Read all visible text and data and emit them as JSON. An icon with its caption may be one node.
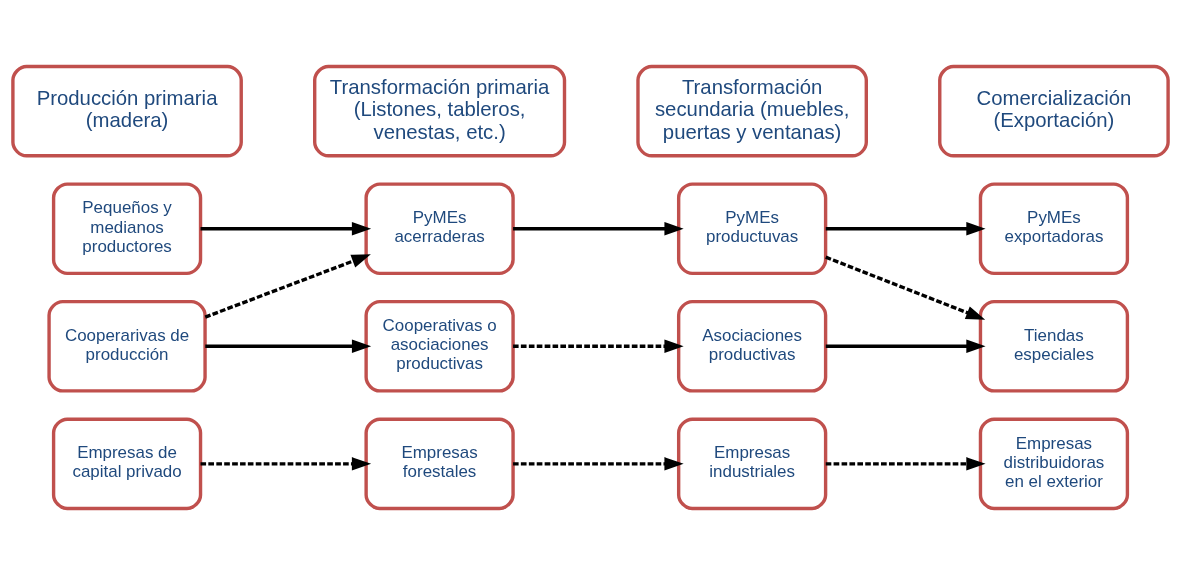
{
  "diagram": {
    "nodes": [
      {
        "text": [
          "Producción primaria (madera)"
        ]
      },
      {
        "text": [
          "Transformación primaria (Listones, tableros, venestas, etc.)"
        ]
      },
      {
        "text": [
          "Transformación secundaria (muebles, puertas y ventanas)"
        ]
      },
      {
        "text": [
          "Comercialización (Exportación)"
        ]
      },
      {
        "text": [
          "Pequeños y medianos productores"
        ]
      },
      {
        "text": [
          "PyMEs acerraderas"
        ]
      },
      {
        "text": [
          "PyMEs productuvas"
        ]
      },
      {
        "text": [
          "PyMEs exportadoras"
        ]
      },
      {
        "text": [
          "Cooperarivas de producción"
        ]
      },
      {
        "text": [
          "Cooperativas o asociaciones productivas"
        ]
      },
      {
        "text": [
          "Asociaciones productivas"
        ]
      },
      {
        "text": [
          "Tiendas especiales"
        ]
      },
      {
        "text": [
          "Empresas de capital privado"
        ]
      },
      {
        "text": [
          "Empresas forestales"
        ]
      },
      {
        "text": [
          "Empresas industriales"
        ]
      },
      {
        "text": [
          "Empresas distribuidoras en el exterior"
        ]
      }
    ],
    "edges": [
      {
        "from": 4,
        "to": 5,
        "arrow": "to"
      },
      {
        "from": 8,
        "to": 5,
        "arrow": "to",
        "style": "dashed"
      },
      {
        "from": 8,
        "to": 9,
        "arrow": "to"
      },
      {
        "from": 5,
        "to": 6,
        "arrow": "to"
      },
      {
        "from": 9,
        "to": 10,
        "arrow": "to",
        "style": "dashed"
      },
      {
        "from": 6,
        "to": 7,
        "arrow": "to"
      },
      {
        "from": 6,
        "to": 11,
        "arrow": "to",
        "style": "dashed"
      },
      {
        "from": 10,
        "to": 11,
        "arrow": "to"
      },
      {
        "from": 12,
        "to": 13,
        "arrow": "to",
        "style": "dashed"
      },
      {
        "from": 13,
        "to": 14,
        "arrow": "to",
        "style": "dashed"
      },
      {
        "from": 14,
        "to": 15,
        "arrow": "to",
        "style": "dashed"
      }
    ]
  }
}
